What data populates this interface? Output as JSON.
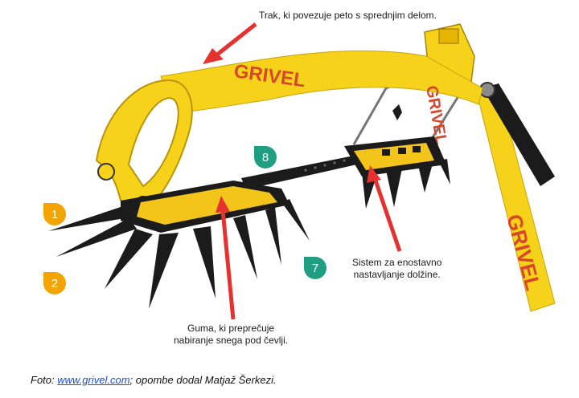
{
  "annotations": {
    "strap": "Trak, ki povezuje peto s sprednjim delom.",
    "adjust_line1": "Sistem za enostavno",
    "adjust_line2": "nastavljanje dolžine.",
    "rubber_line1": "Guma, ki preprečuje",
    "rubber_line2": "nabiranje snega pod čevlji."
  },
  "markers": [
    {
      "label": "1",
      "color": "#f2a400"
    },
    {
      "label": "2",
      "color": "#f2a400"
    },
    {
      "label": "7",
      "color": "#1f9e82"
    },
    {
      "label": "8",
      "color": "#1f9e82"
    }
  ],
  "strap_brand": "GRIVEL",
  "caption": {
    "prefix": "Foto: ",
    "link": "www.grivel.com",
    "suffix": "; opombe dodal Matjaž Šerkezi."
  },
  "colors": {
    "strap": "#f7d21a",
    "brand_text": "#d8472b",
    "arrow": "#e5312f",
    "metal": "#1b1b1b",
    "plate": "#f3c51b"
  }
}
